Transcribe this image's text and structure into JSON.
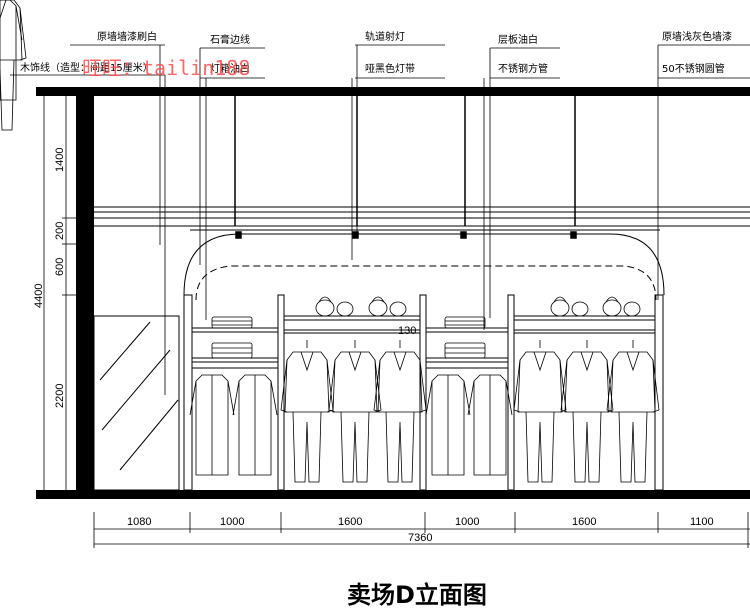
{
  "title": "卖场D立面图",
  "watermark": "旺旺：tailin188",
  "annotations": {
    "a1_top": "原墙墙漆刷白",
    "a1_bottom": "木饰线（造型：间距15厘米）",
    "a2_top": "石膏边线",
    "a2_bottom": "灯箱油白",
    "a3_top": "轨道射灯",
    "a3_bottom": "哑黑色灯带",
    "a4_top": "层板油白",
    "a4_bottom": "不锈钢方管",
    "a5_top": "原墙浅灰色墙漆",
    "a5_bottom": "50不锈钢圆管"
  },
  "dimensions": {
    "horizontal": [
      "1080",
      "1000",
      "1600",
      "1000",
      "1600",
      "1100"
    ],
    "total": "7360",
    "vertical_total": "4400",
    "vertical": [
      "1400",
      "200",
      "600",
      "2200"
    ],
    "shelf_gap": "130"
  },
  "colors": {
    "line": "#000000",
    "watermark": "#ff4d4d"
  }
}
